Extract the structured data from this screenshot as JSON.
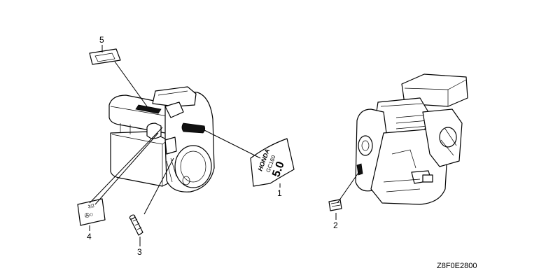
{
  "callouts": [
    {
      "number": "1",
      "part": "emblem-decal"
    },
    {
      "number": "2",
      "part": "small-label"
    },
    {
      "number": "3",
      "part": "pin-label"
    },
    {
      "number": "4",
      "part": "caution-label"
    },
    {
      "number": "5",
      "part": "air-cleaner-label"
    }
  ],
  "emblem": {
    "brand": "HONDA",
    "model": "GC160",
    "power": "5.0"
  },
  "caution_label_text": "ﾈ/2",
  "diagram_code": "Z8F0E2800"
}
